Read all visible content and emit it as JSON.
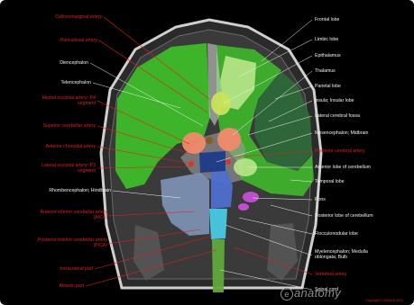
{
  "labels_left": [
    {
      "id": "callosomarginal",
      "text": "Callosomarginal artery",
      "color": "red"
    },
    {
      "id": "pericallosal",
      "text": "Pericallosal artery",
      "color": "red"
    },
    {
      "id": "diencephalon",
      "text": "Diencephalon",
      "color": "white"
    },
    {
      "id": "telencephalon",
      "text": "Telencephalon",
      "color": "white"
    },
    {
      "id": "medial-occipital",
      "text": "Medial occipital artery; P4 segment",
      "color": "red"
    },
    {
      "id": "superior-cerebellar",
      "text": "Superior cerebellar artery",
      "color": "red"
    },
    {
      "id": "anterior-choroidal",
      "text": "Anterior choroidal artery",
      "color": "red"
    },
    {
      "id": "lateral-occipital",
      "text": "Lateral occipital artery; P3 segment",
      "color": "red"
    },
    {
      "id": "rhombencephalon",
      "text": "Rhombencephalon; Hindbrain",
      "color": "white"
    },
    {
      "id": "aica",
      "text": "Anterior inferior cerebellar artery (AICA)",
      "color": "red"
    },
    {
      "id": "pica",
      "text": "Posterior inferior cerebellar artery (PICA)",
      "color": "red"
    },
    {
      "id": "intracranial",
      "text": "Intracranial part",
      "color": "red"
    },
    {
      "id": "atlantic",
      "text": "Atlantic part",
      "color": "red"
    }
  ],
  "labels_right": [
    {
      "id": "frontal",
      "text": "Frontal lobe",
      "color": "white"
    },
    {
      "id": "limbic",
      "text": "Limbic lobe",
      "color": "white"
    },
    {
      "id": "epithalamus",
      "text": "Epithalamus",
      "color": "white"
    },
    {
      "id": "thalamus",
      "text": "Thalamus",
      "color": "white"
    },
    {
      "id": "parietal",
      "text": "Parietal lobe",
      "color": "white"
    },
    {
      "id": "insula",
      "text": "Insula; Insular lobe",
      "color": "white"
    },
    {
      "id": "lateral-cerebral-fossa",
      "text": "Lateral cerebral fossa",
      "color": "white"
    },
    {
      "id": "mesencephalon",
      "text": "Mesencephalon; Midbrain",
      "color": "white"
    },
    {
      "id": "posterior-cerebral",
      "text": "Posterior cerebral artery",
      "color": "red"
    },
    {
      "id": "anterior-cerebellum",
      "text": "Anterior lobe of cerebellum",
      "color": "white"
    },
    {
      "id": "temporal",
      "text": "Temporal lobe",
      "color": "white"
    },
    {
      "id": "pons",
      "text": "Pons",
      "color": "white"
    },
    {
      "id": "posterior-cerebellum",
      "text": "Posterior lobe of cerebellum",
      "color": "white"
    },
    {
      "id": "flocculonodular",
      "text": "Flocculonodular lobe",
      "color": "white"
    },
    {
      "id": "myelencephalon",
      "text": "Myelencephalon; Medulla oblongata; Bulb",
      "color": "white"
    },
    {
      "id": "vertebral",
      "text": "Vertebral artery",
      "color": "red"
    },
    {
      "id": "spinal-cord",
      "text": "Spinal cord",
      "color": "white"
    }
  ],
  "brand": {
    "mark": "e",
    "text": "anatomy"
  },
  "copyright": "Copyright © IMAIOS 2012",
  "colors": {
    "background": "#000000",
    "label_red": "#e3201b",
    "label_white": "#f2f2f2",
    "telencephalon": "#3fbf2a",
    "limbic": "#b8e68a",
    "thalamus": "#f08a6a",
    "midbrain": "#4d6fcf",
    "brainstem": "#7f95b8",
    "medulla": "#48c9e0",
    "spinal_cord": "#5fa83a",
    "pons_purple": "#c64fd6",
    "dark_green": "#2f6b3a"
  }
}
